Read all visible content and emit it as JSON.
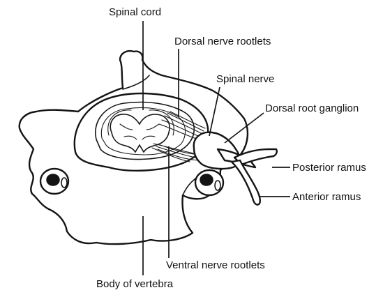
{
  "labels": {
    "spinal_cord": "Spinal cord",
    "dorsal_nerve_rootlets": "Dorsal nerve rootlets",
    "spinal_nerve": "Spinal nerve",
    "dorsal_root_ganglion": "Dorsal root ganglion",
    "posterior_ramus": "Posterior ramus",
    "anterior_ramus": "Anterior ramus",
    "ventral_nerve_rootlets": "Ventral nerve rootlets",
    "body_of_vertebra": "Body of vertebra"
  },
  "colors": {
    "ink": "#141414",
    "background": "#ffffff"
  }
}
